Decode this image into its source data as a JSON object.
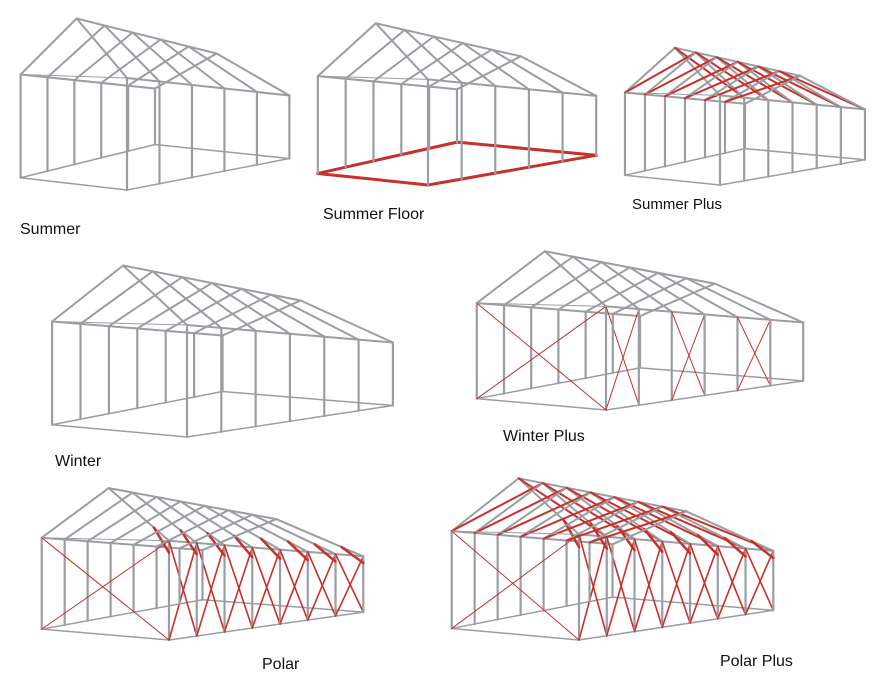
{
  "colors": {
    "frame": "#9a9ea3",
    "highlight": "#c8312b",
    "background": "#ffffff"
  },
  "tents": [
    {
      "name": "Summer",
      "highlights": []
    },
    {
      "name": "Summer Floor",
      "highlights": [
        "floor"
      ]
    },
    {
      "name": "Summer Plus",
      "highlights": [
        "roof"
      ]
    },
    {
      "name": "Winter",
      "highlights": []
    },
    {
      "name": "Winter Plus",
      "highlights": [
        "walls-light"
      ]
    },
    {
      "name": "Polar",
      "highlights": [
        "walls",
        "corners"
      ]
    },
    {
      "name": "Polar Plus",
      "highlights": [
        "walls",
        "corners",
        "roof"
      ]
    }
  ]
}
